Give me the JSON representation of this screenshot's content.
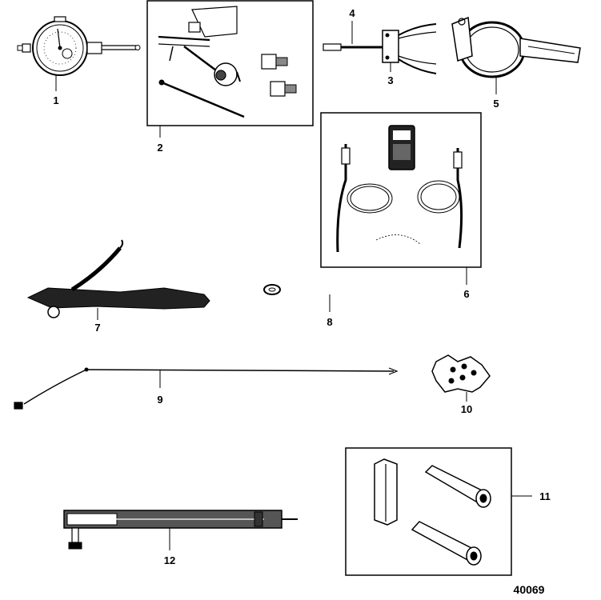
{
  "figure": {
    "reference": "40069",
    "callouts": [
      {
        "id": "1",
        "icon": "dial-indicator"
      },
      {
        "id": "2",
        "icon": "dial-indicator-mount-kit"
      },
      {
        "id": "3",
        "icon": "pliers"
      },
      {
        "id": "4",
        "icon": "probe-rod"
      },
      {
        "id": "5",
        "icon": "hose-clamp-tool"
      },
      {
        "id": "6",
        "icon": "pressure-test-kit"
      },
      {
        "id": "7",
        "icon": "puller-tool"
      },
      {
        "id": "8",
        "icon": "washer"
      },
      {
        "id": "9",
        "icon": "test-lead-wire"
      },
      {
        "id": "10",
        "icon": "spanner-nut-wrench"
      },
      {
        "id": "11",
        "icon": "driver-set"
      },
      {
        "id": "12",
        "icon": "slide-hammer-tube"
      }
    ]
  }
}
